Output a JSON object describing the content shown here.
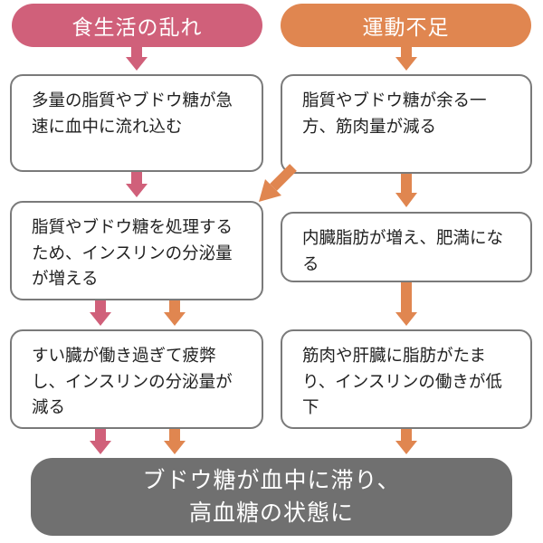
{
  "headers": {
    "left": "食生活の乱れ",
    "right": "運動不足"
  },
  "boxes": {
    "left1": "多量の脂質やブドウ糖が急速に血中に流れ込む",
    "right1": "脂質やブドウ糖が余る一方、筋肉量が減る",
    "left2": "脂質やブドウ糖を処理するため、インスリンの分泌量が増える",
    "right2": "内臓脂肪が増え、肥満になる",
    "left3": "すい臓が働き過ぎて疲弊し、インスリンの分泌量が減る",
    "right3": "筋肉や肝臓に脂肪がたまり、インスリンの働きが低下"
  },
  "conclusion": {
    "line1": "ブドウ糖が血中に滞り、",
    "line2": "高血糖の状態に"
  },
  "colors": {
    "pink": "#d0607a",
    "orange": "#e08650",
    "gray": "#707070",
    "border": "#7a7a7a"
  }
}
